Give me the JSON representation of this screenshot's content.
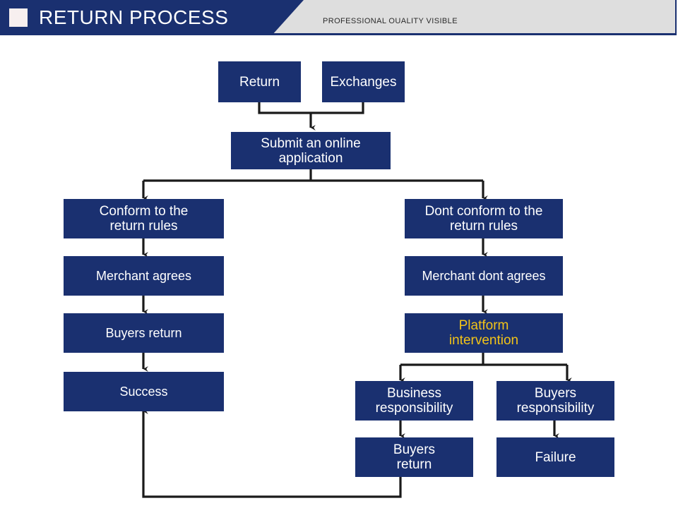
{
  "header": {
    "title": "RETURN PROCESS",
    "subtitle": "PROFESSIONAL OUALITY VISIBLE",
    "navy_color": "#1a3070",
    "gray_color": "#dedede",
    "square_icon": "white-square-icon"
  },
  "flow": {
    "box_color": "#1a3070",
    "text_color": "#ffffff",
    "accent_text_color": "#f2c318",
    "connector_color": "#1a1a1a",
    "nodes": [
      {
        "id": "return",
        "label": "Return"
      },
      {
        "id": "exchanges",
        "label": "Exchanges"
      },
      {
        "id": "submit",
        "label": "Submit an online\napplication"
      },
      {
        "id": "conform",
        "label": "Conform to the\nreturn rules"
      },
      {
        "id": "dont-conform",
        "label": "Dont conform to the\nreturn rules"
      },
      {
        "id": "merchant-agrees",
        "label": "Merchant agrees"
      },
      {
        "id": "merchant-dont-agrees",
        "label": "Merchant dont agrees"
      },
      {
        "id": "buyers-return-left",
        "label": "Buyers return"
      },
      {
        "id": "platform-intervention",
        "label": "Platform\nintervention"
      },
      {
        "id": "success",
        "label": "Success"
      },
      {
        "id": "business-responsibility",
        "label": "Business\nresponsibility"
      },
      {
        "id": "buyers-responsibility",
        "label": "Buyers\nresponsibility"
      },
      {
        "id": "buyers-return-bottom",
        "label": "Buyers\nreturn"
      },
      {
        "id": "failure",
        "label": "Failure"
      }
    ]
  }
}
